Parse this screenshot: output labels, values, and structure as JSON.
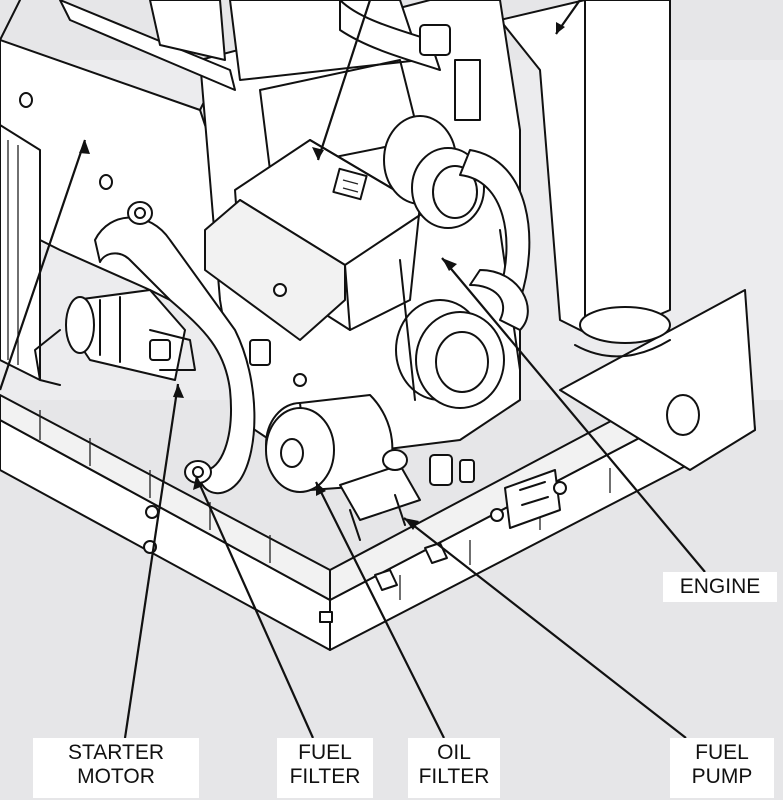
{
  "diagram": {
    "callouts": {
      "engine": "ENGINE",
      "starter_motor": "STARTER\nMOTOR",
      "fuel_filter": "FUEL\nFILTER",
      "oil_filter": "OIL\nFILTER",
      "fuel_pump": "FUEL\nPUMP"
    }
  }
}
